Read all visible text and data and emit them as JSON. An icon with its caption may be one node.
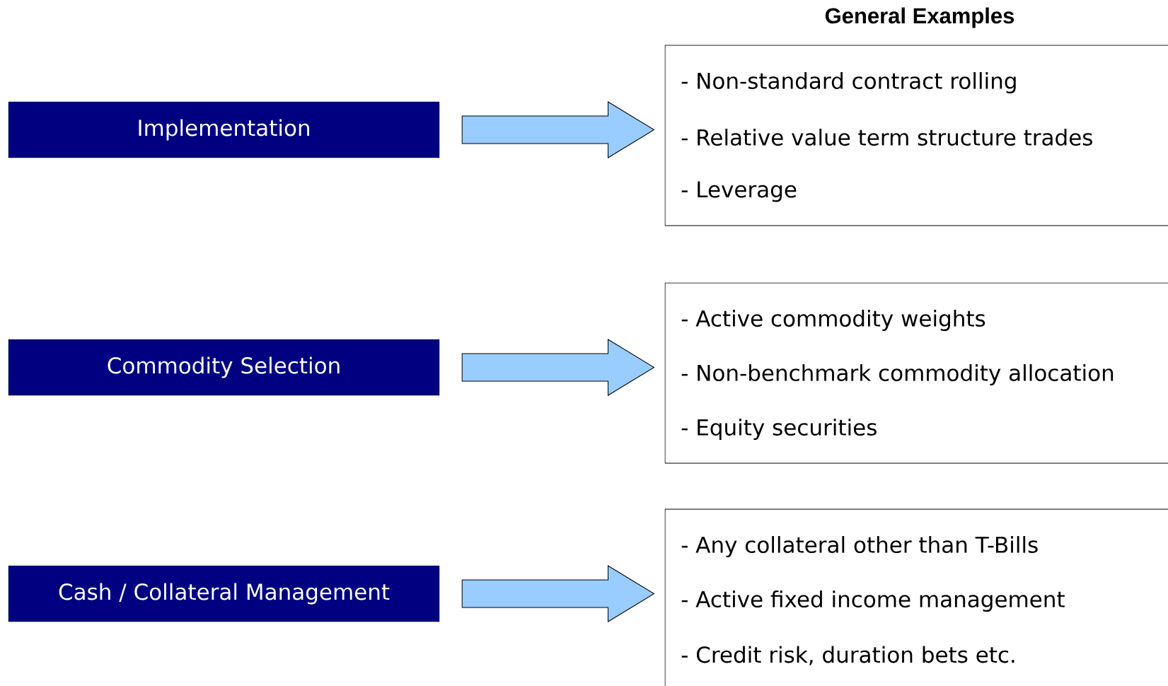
{
  "diagram": {
    "title": "General Examples",
    "nodes": [
      {
        "text": [
          "Implementation"
        ]
      },
      {
        "text": [
          "- Non-standard contract rolling",
          "- Relative value term structure trades",
          "- Leverage"
        ]
      },
      {
        "text": [
          "Commodity Selection"
        ]
      },
      {
        "text": [
          "- Active commodity weights",
          "- Non-benchmark commodity allocation",
          "- Equity securities"
        ]
      },
      {
        "text": [
          "Cash / Collateral Management"
        ]
      },
      {
        "text": [
          "- Any collateral other than T-Bills",
          "- Active fixed income management",
          "- Credit risk, duration bets etc."
        ]
      }
    ],
    "edges": [
      {
        "from": 0,
        "to": 1,
        "arrow": "to"
      },
      {
        "from": 2,
        "to": 3,
        "arrow": "to"
      },
      {
        "from": 4,
        "to": 5,
        "arrow": "to"
      }
    ]
  }
}
